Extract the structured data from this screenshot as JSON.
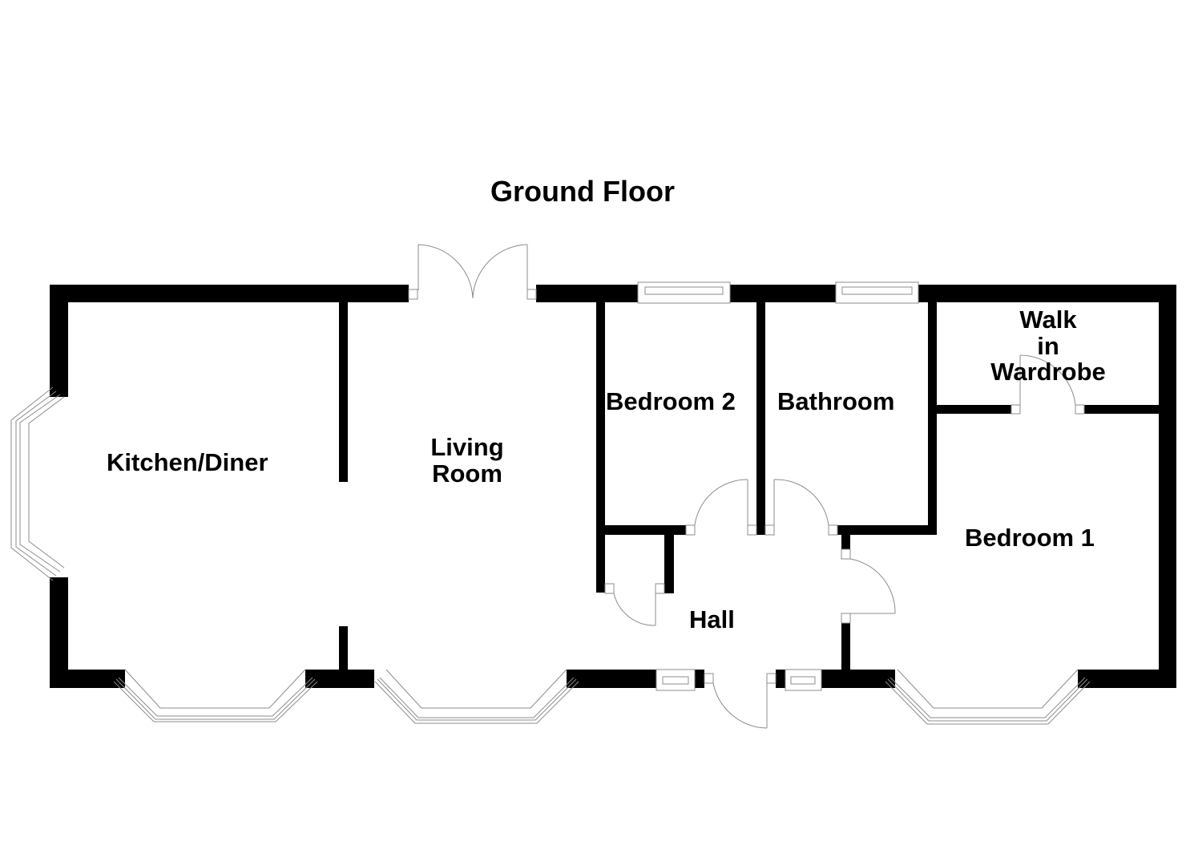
{
  "title": "Ground Floor",
  "colors": {
    "wall": "#000000",
    "fixture_line": "#8c8c8c",
    "background": "#ffffff"
  },
  "rooms": {
    "kitchen_diner": {
      "label": "Kitchen/Diner"
    },
    "living_room": {
      "line1": "Living",
      "line2": "Room"
    },
    "bedroom2": {
      "label": "Bedroom 2"
    },
    "bathroom": {
      "label": "Bathroom"
    },
    "walk_in_wardrobe": {
      "line1": "Walk",
      "line2": "in",
      "line3": "Wardrobe"
    },
    "bedroom1": {
      "label": "Bedroom 1"
    },
    "hall": {
      "label": "Hall"
    }
  },
  "fixtures": {
    "windows": [
      "bedroom2-window",
      "bathroom-window",
      "hall-window-left",
      "hall-window-right"
    ],
    "bay_windows": [
      "kitchen-side-bay",
      "kitchen-front-bay",
      "living-front-bay",
      "bedroom1-front-bay"
    ],
    "doors": [
      "living-french-doors",
      "front-door",
      "bedroom2-door",
      "bathroom-door",
      "bedroom1-door",
      "cupboard-door",
      "wardrobe-door"
    ]
  }
}
